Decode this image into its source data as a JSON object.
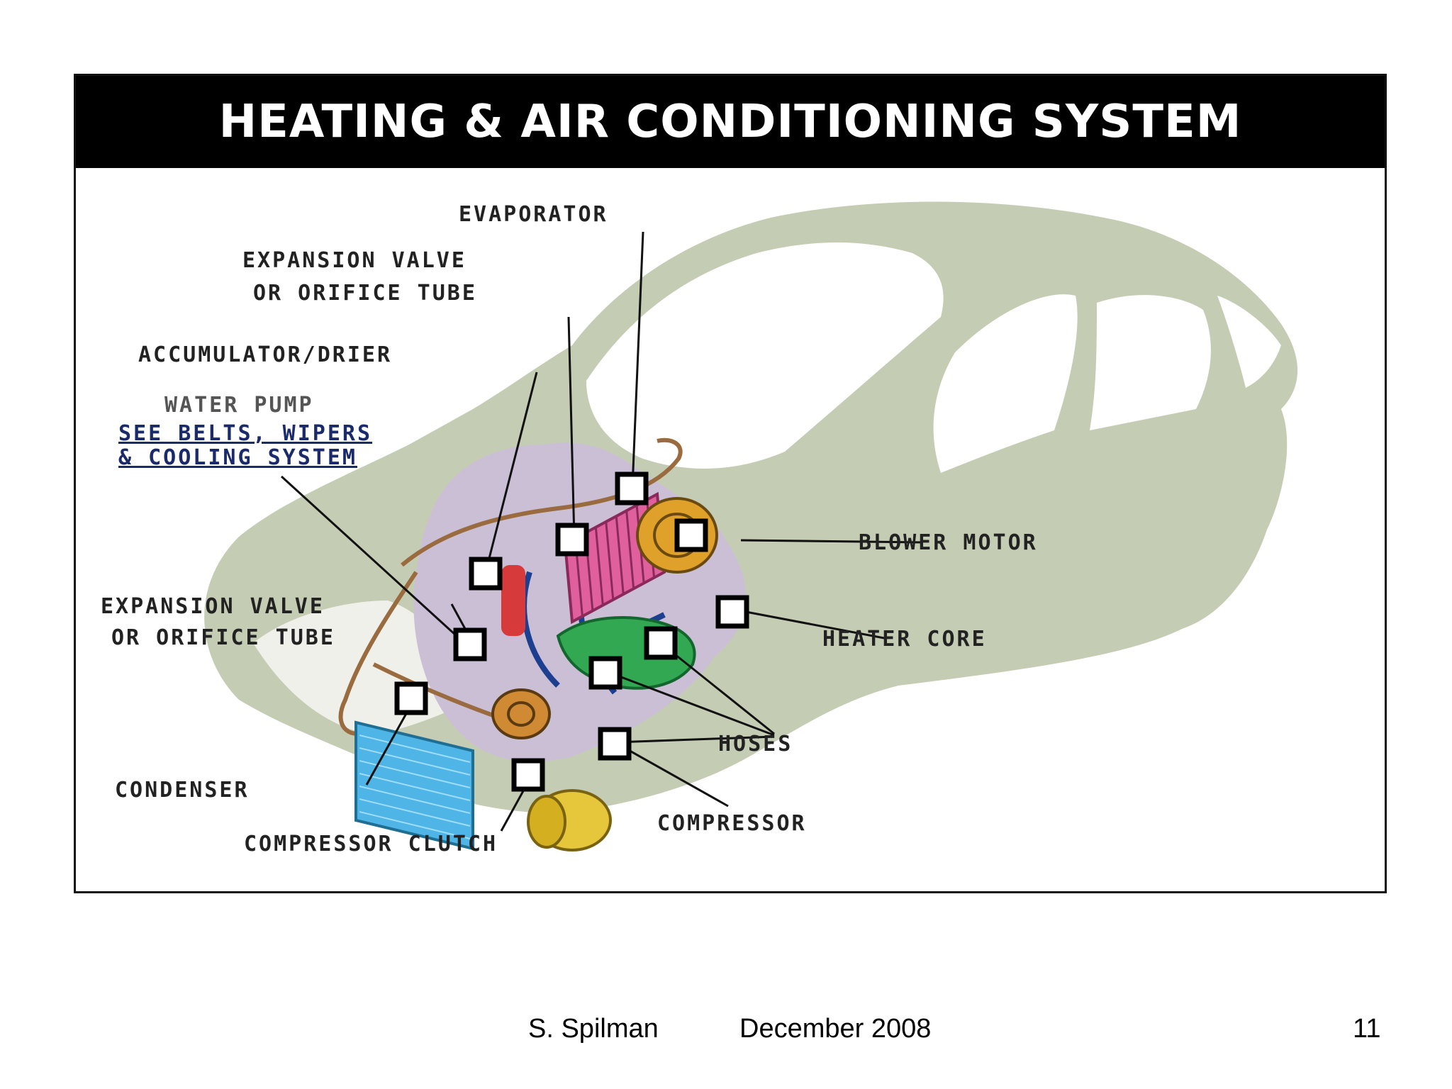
{
  "title": "HEATING & AIR CONDITIONING SYSTEM",
  "labels": {
    "evaporator": "EVAPORATOR",
    "expansion_valve_top_1": "EXPANSION VALVE",
    "expansion_valve_top_2": "OR ORIFICE TUBE",
    "accumulator": "ACCUMULATOR/DRIER",
    "water_pump": "WATER PUMP",
    "see_belts_1": "SEE BELTS, WIPERS",
    "see_belts_2": "& COOLING SYSTEM",
    "expansion_valve_left_1": "EXPANSION VALVE",
    "expansion_valve_left_2": "OR ORIFICE TUBE",
    "blower_motor": "BLOWER MOTOR",
    "heater_core": "HEATER CORE",
    "hoses": "HOSES",
    "compressor": "COMPRESSOR",
    "condenser": "CONDENSER",
    "compressor_clutch": "COMPRESSOR CLUTCH"
  },
  "colors": {
    "car_body": "#c5ccb4",
    "glass": "#ffffff",
    "engine_bay": "#cbbfd6",
    "evaporator": "#e0609e",
    "condenser": "#4fb5e6",
    "heater_core": "#33a852",
    "blower_motor": "#e0a12b",
    "compressor": "#e6c63a",
    "accumulator": "#d63a3a",
    "hose": "#1d3f8f",
    "refrigerant_line": "#9a6b3e"
  },
  "footer": {
    "author": "S. Spilman",
    "date": "December 2008",
    "page": "11"
  }
}
